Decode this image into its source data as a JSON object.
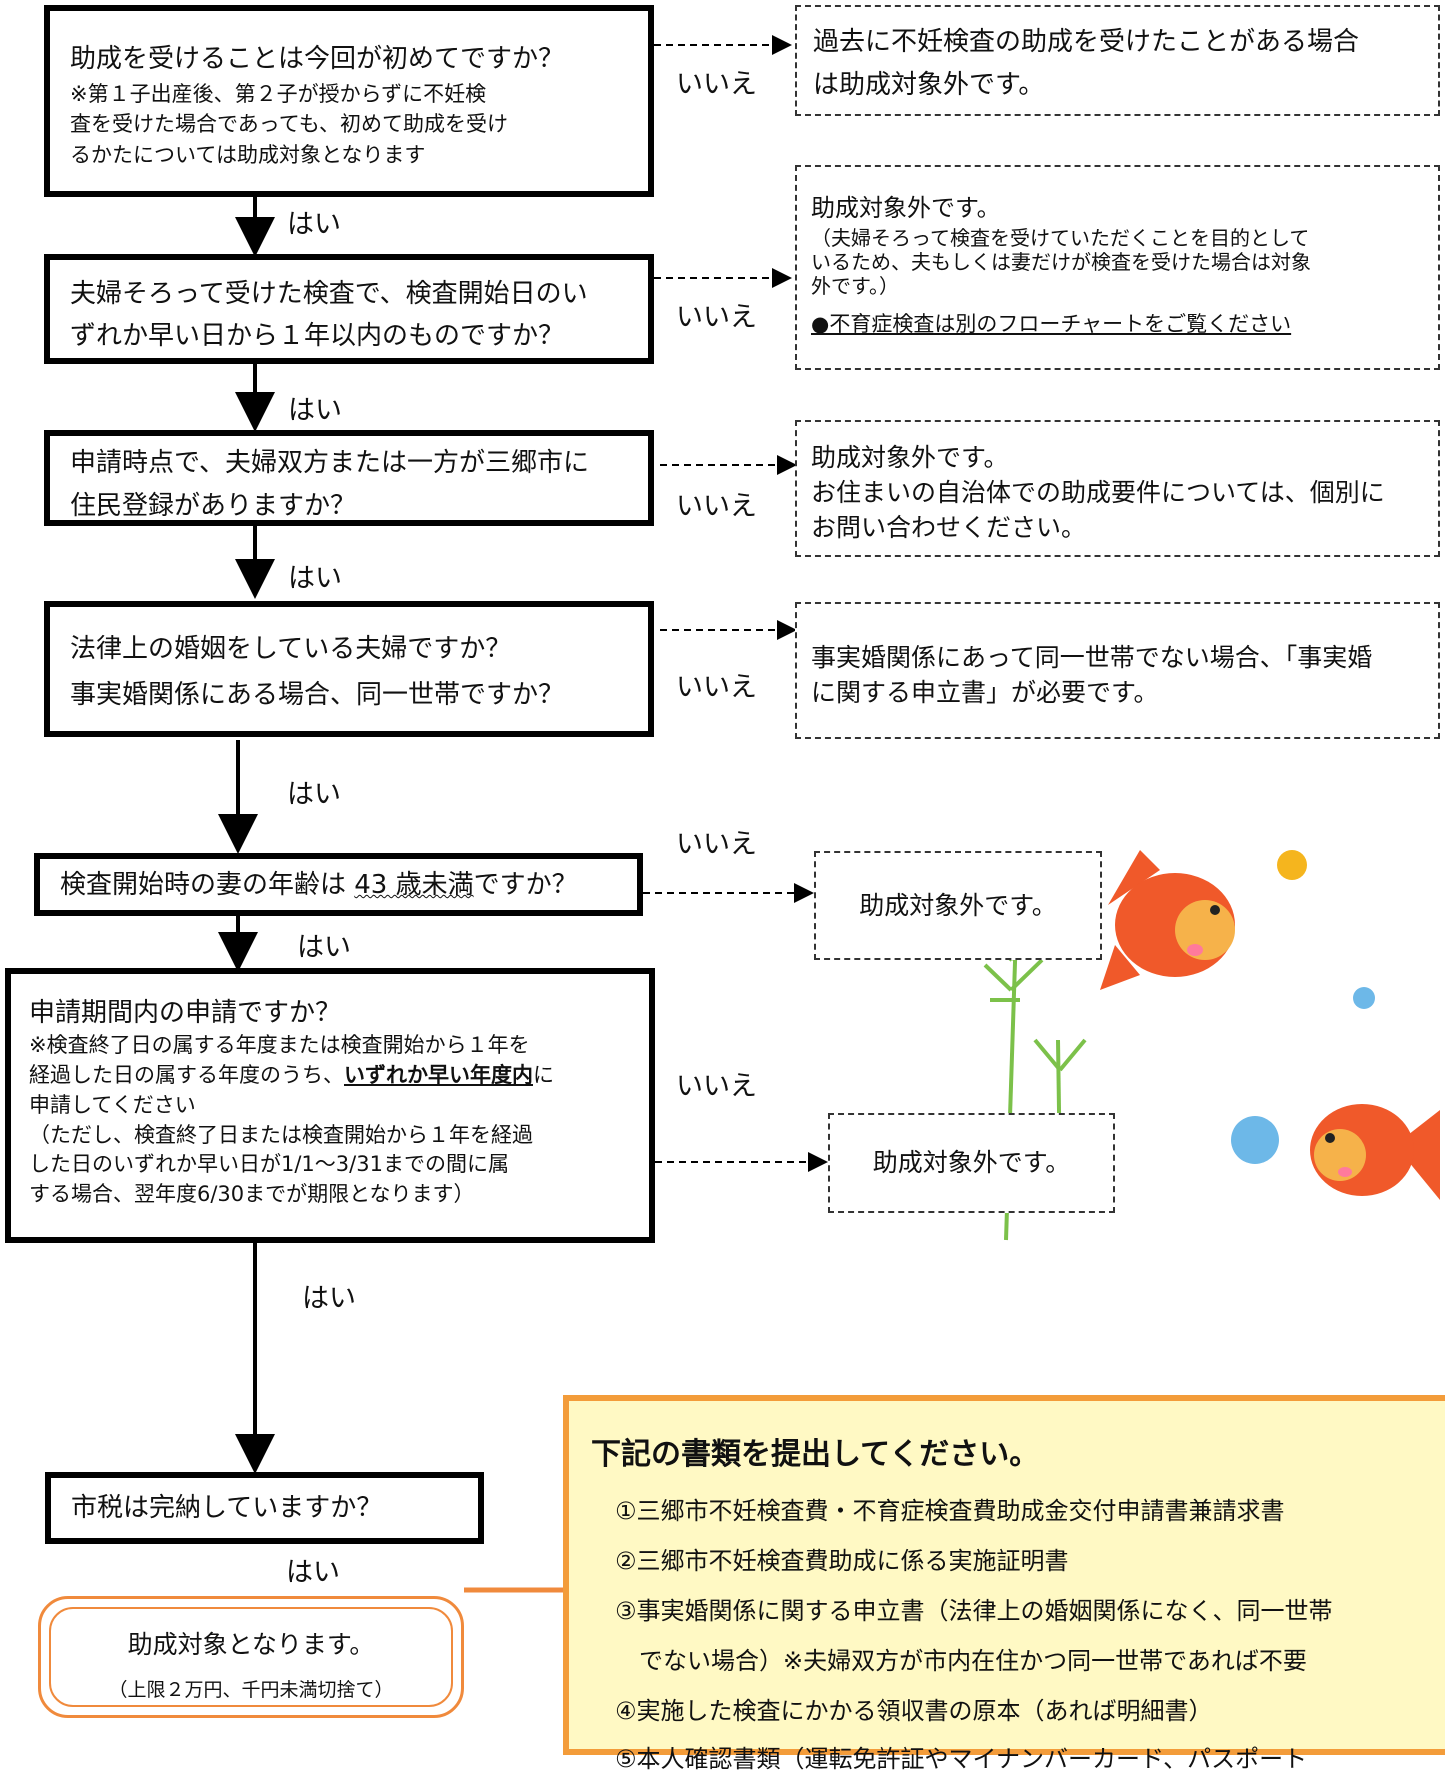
{
  "labels": {
    "yes": "はい",
    "no": "いいえ"
  },
  "q1": {
    "main": "助成を受けることは今回が初めてですか？",
    "note": [
      "※第１子出産後、第２子が授からずに不妊検",
      "査を受けた場合であっても、初めて助成を受け",
      "るかたについては助成対象となります"
    ]
  },
  "r1": {
    "lines": [
      "過去に不妊検査の助成を受けたことがある場合",
      "は助成対象外です。"
    ]
  },
  "q2": {
    "lines": [
      "夫婦そろって受けた検査で、検査開始日のい",
      "ずれか早い日から１年以内のものですか？"
    ]
  },
  "r2": {
    "title": "助成対象外です。",
    "note": [
      "（夫婦そろって検査を受けていただくことを目的として",
      "いるため、夫もしくは妻だけが検査を受けた場合は対象",
      "外です。）"
    ],
    "link": "●不育症検査は別のフローチャートをご覧ください"
  },
  "q3": {
    "lines": [
      "申請時点で、夫婦双方または一方が三郷市に",
      "住民登録がありますか？"
    ]
  },
  "r3": {
    "lines": [
      "助成対象外です。",
      "お住まいの自治体での助成要件については、個別に",
      "お問い合わせください。"
    ]
  },
  "q4": {
    "lines": [
      "法律上の婚姻をしている夫婦ですか？",
      "事実婚関係にある場合、同一世帯ですか？"
    ]
  },
  "r4": {
    "lines": [
      "事実婚関係にあって同一世帯でない場合、「事実婚",
      "に関する申立書」が必要です。"
    ]
  },
  "q5": {
    "pre": "検査開始時の妻の年齢は ",
    "em": "43 歳未満",
    "post": "ですか？"
  },
  "r5": {
    "text": "助成対象外です。"
  },
  "q6": {
    "main": "申請期間内の申請ですか？",
    "note1": "※検査終了日の属する年度または検査開始から１年を",
    "note2_pre": "経過した日の属する年度のうち、",
    "note2_em": "いずれか早い年度内",
    "note2_post": "に",
    "note3": "申請してください",
    "note4": [
      "（ただし、検査終了日または検査開始から１年を経過",
      "した日のいずれか早い日が1/1～3/31までの間に属",
      "する場合、翌年度6/30までが期限となります）"
    ]
  },
  "r6": {
    "text": "助成対象外です。"
  },
  "q7": {
    "text": "市税は完納していますか？"
  },
  "final": {
    "main": "助成対象となります。",
    "sub": "（上限２万円、千円未満切捨て）"
  },
  "docs": {
    "title": "下記の書類を提出してください。",
    "items": [
      "①三郷市不妊検査費・不育症検査費助成金交付申請書兼請求書",
      "②三郷市不妊検査費助成に係る実施証明書",
      "③事実婚関係に関する申立書（法律上の婚姻関係になく、同一世帯",
      "　でない場合）※夫婦双方が市内在住かつ同一世帯であれば不要",
      "④実施した検査にかかる領収書の原本（あれば明細書）",
      "⑤本人確認書類（運転免許証やマイナンバーカード、パスポート"
    ]
  },
  "colors": {
    "orange": "#f08a3c",
    "docs_bg": "#fff9c4",
    "fish": "#f0592a",
    "bubble_blue": "#6db8e8",
    "bubble_gold": "#f5b51e",
    "plant": "#7cc14a"
  }
}
